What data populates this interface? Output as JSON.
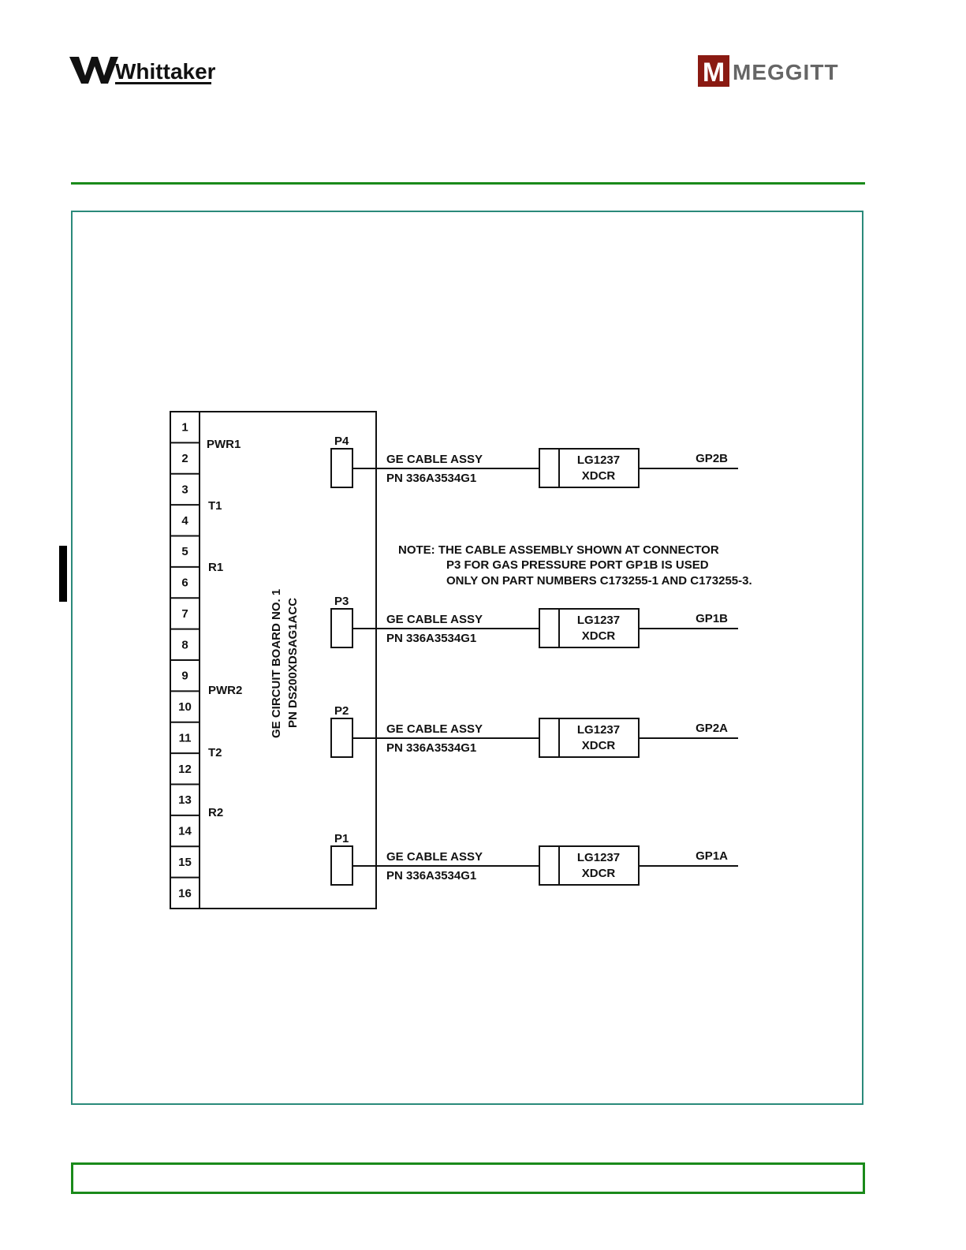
{
  "header": {
    "left_logo_text": "Whittaker",
    "right_logo_text": "MEGGITT",
    "right_logo_mark": "M",
    "rule_color": "#1a8a1a",
    "frame_color": "#2a8a7a"
  },
  "board": {
    "title_line1": "GE CIRCUIT BOARD NO. 1",
    "title_line2": "PN DS200XDSAG1ACC",
    "pins": [
      "1",
      "2",
      "3",
      "4",
      "5",
      "6",
      "7",
      "8",
      "9",
      "10",
      "11",
      "12",
      "13",
      "14",
      "15",
      "16"
    ],
    "terminals": {
      "pwr1": "PWR1",
      "t1": "T1",
      "r1": "R1",
      "pwr2": "PWR2",
      "t2": "T2",
      "r2": "R2"
    }
  },
  "connections": [
    {
      "connector": "P4",
      "cable": "GE CABLE ASSY",
      "cable_pn": "PN 336A3534G1",
      "xdcr_line1": "LG1237",
      "xdcr_line2": "XDCR",
      "port": "GP2B"
    },
    {
      "connector": "P3",
      "cable": "GE CABLE ASSY",
      "cable_pn": "PN 336A3534G1",
      "xdcr_line1": "LG1237",
      "xdcr_line2": "XDCR",
      "port": "GP1B"
    },
    {
      "connector": "P2",
      "cable": "GE CABLE ASSY",
      "cable_pn": "PN 336A3534G1",
      "xdcr_line1": "LG1237",
      "xdcr_line2": "XDCR",
      "port": "GP2A"
    },
    {
      "connector": "P1",
      "cable": "GE CABLE ASSY",
      "cable_pn": "PN 336A3534G1",
      "xdcr_line1": "LG1237",
      "xdcr_line2": "XDCR",
      "port": "GP1A"
    }
  ],
  "note": {
    "line1": "NOTE:  THE CABLE ASSEMBLY SHOWN AT CONNECTOR",
    "line2": "P3 FOR GAS PRESSURE PORT GP1B IS USED",
    "line3": "ONLY ON PART NUMBERS C173255-1 AND C173255-3."
  }
}
